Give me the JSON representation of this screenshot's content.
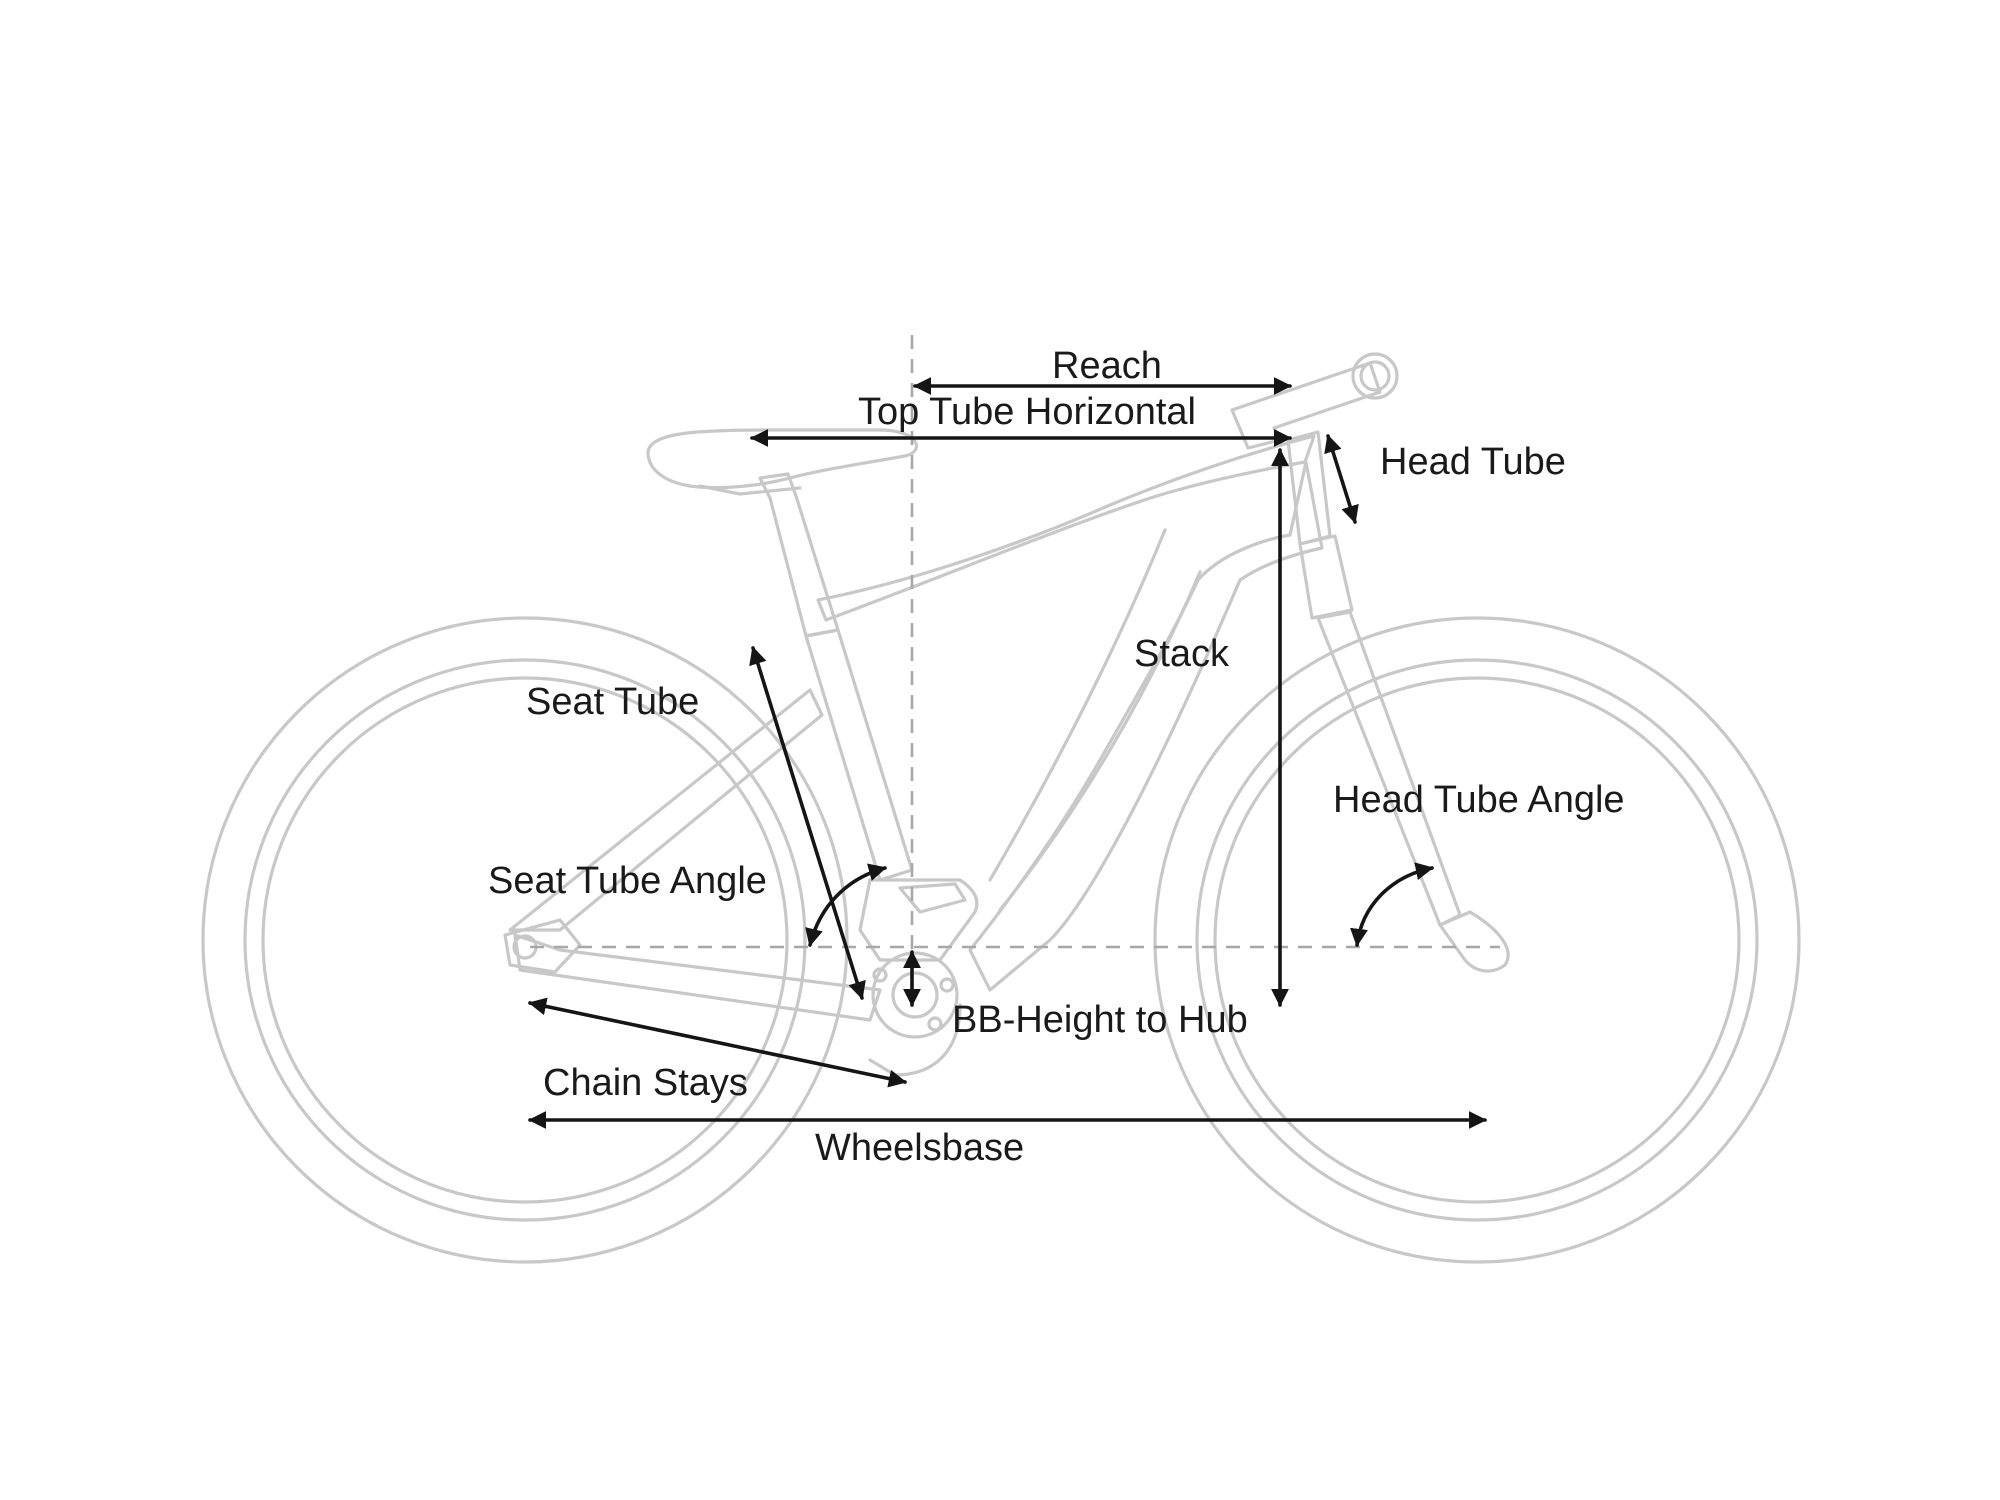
{
  "diagram": {
    "labels": {
      "reach": "Reach",
      "top_tube_horizontal": "Top Tube Horizontal",
      "head_tube": "Head Tube",
      "stack": "Stack",
      "seat_tube": "Seat Tube",
      "head_tube_angle": "Head Tube Angle",
      "seat_tube_angle": "Seat Tube Angle",
      "bb_height_to_hub": "BB-Height to Hub",
      "chain_stays": "Chain Stays",
      "wheelsbase": "Wheelsbase"
    },
    "colors": {
      "frame_outline": "#c8c8c8",
      "dimension_arrow": "#151515",
      "label_text": "#1a1a1a",
      "guide_line": "#a8a8a8"
    }
  }
}
